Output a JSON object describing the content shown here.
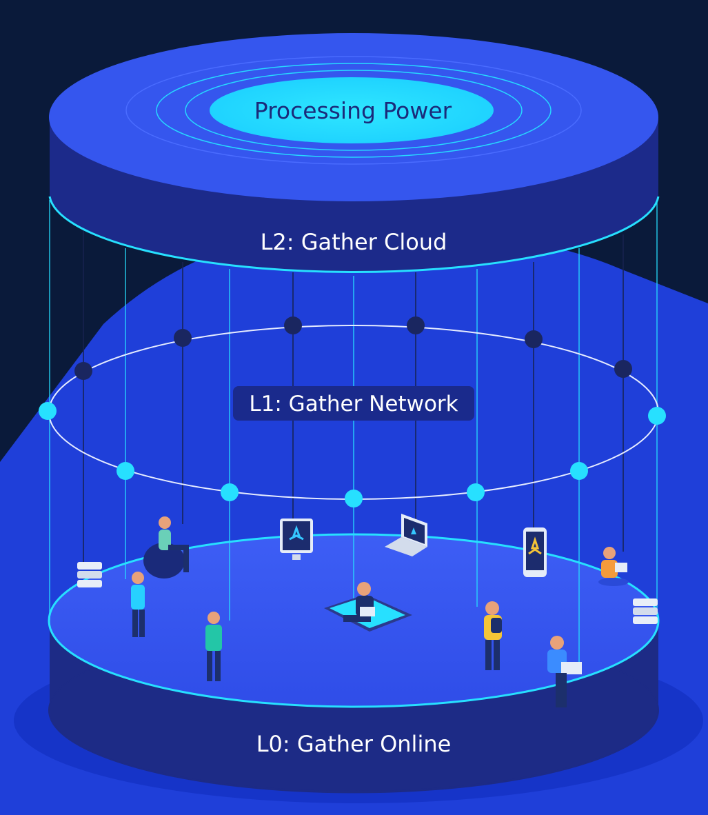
{
  "layers": {
    "top": {
      "label": "Processing Power"
    },
    "l2": {
      "label": "L2: Gather Cloud"
    },
    "l1": {
      "label": "L1: Gather Network"
    },
    "l0": {
      "label": "L0: Gather Online"
    }
  },
  "colors": {
    "background_dark": "#0a1a3a",
    "background_blue": "#1e3fd6",
    "cylinder_top": "#3a58ef",
    "cylinder_side": "#1c2a8a",
    "accent_cyan": "#27e0ff",
    "node_dark": "#1a2660",
    "platform_floor": "#3455f2",
    "platform_side": "#1d2b86"
  },
  "icons": [
    "server-stack-icon",
    "monitor-icon",
    "laptop-icon",
    "tablet-icon",
    "phone-icon",
    "person-icon"
  ]
}
